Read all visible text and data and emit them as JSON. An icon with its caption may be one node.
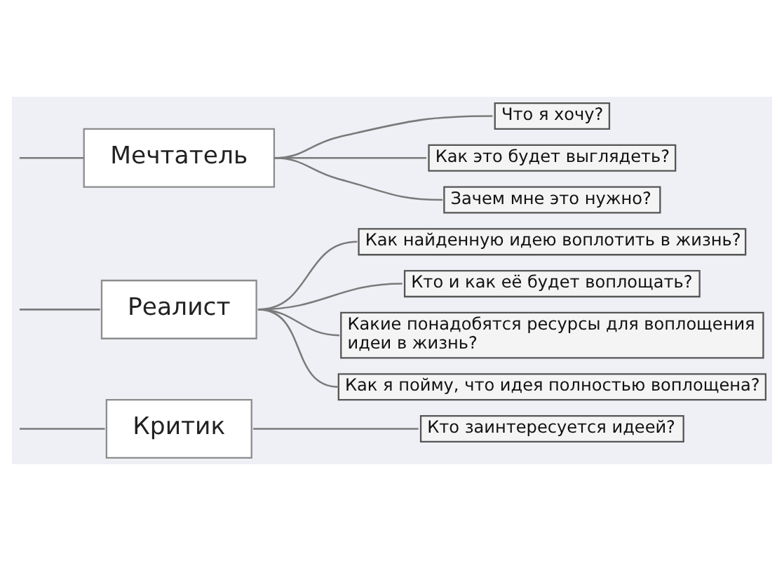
{
  "diagram": {
    "nodes": [
      {
        "text": [
          "Мечтатель"
        ]
      },
      {
        "text": [
          "Что я хочу?"
        ]
      },
      {
        "text": [
          "Как это будет выглядеть?"
        ]
      },
      {
        "text": [
          "Зачем мне это нужно?"
        ]
      },
      {
        "text": [
          "Реалист"
        ]
      },
      {
        "text": [
          "Как найденную идею воплотить в жизнь?"
        ]
      },
      {
        "text": [
          "Кто и как её будет воплощать?"
        ]
      },
      {
        "text": [
          "Какие понадобятся ресурсы для воплощения идеи в жизнь?"
        ]
      },
      {
        "text": [
          "Как я пойму, что идея полностью воплощена?"
        ]
      },
      {
        "text": [
          "Критик"
        ]
      },
      {
        "text": [
          "Кто заинтересуется идеей?"
        ]
      }
    ],
    "edges": [
      {
        "from": null,
        "to": 0,
        "arrow": "none"
      },
      {
        "from": 0,
        "to": 1,
        "arrow": "none"
      },
      {
        "from": 0,
        "to": 2,
        "arrow": "none"
      },
      {
        "from": 0,
        "to": 3,
        "arrow": "none"
      },
      {
        "from": null,
        "to": 4,
        "arrow": "none"
      },
      {
        "from": 4,
        "to": 5,
        "arrow": "none"
      },
      {
        "from": 4,
        "to": 6,
        "arrow": "none"
      },
      {
        "from": 4,
        "to": 7,
        "arrow": "none"
      },
      {
        "from": 4,
        "to": 8,
        "arrow": "none"
      },
      {
        "from": null,
        "to": 9,
        "arrow": "none"
      },
      {
        "from": 9,
        "to": 10,
        "arrow": "none"
      }
    ]
  }
}
